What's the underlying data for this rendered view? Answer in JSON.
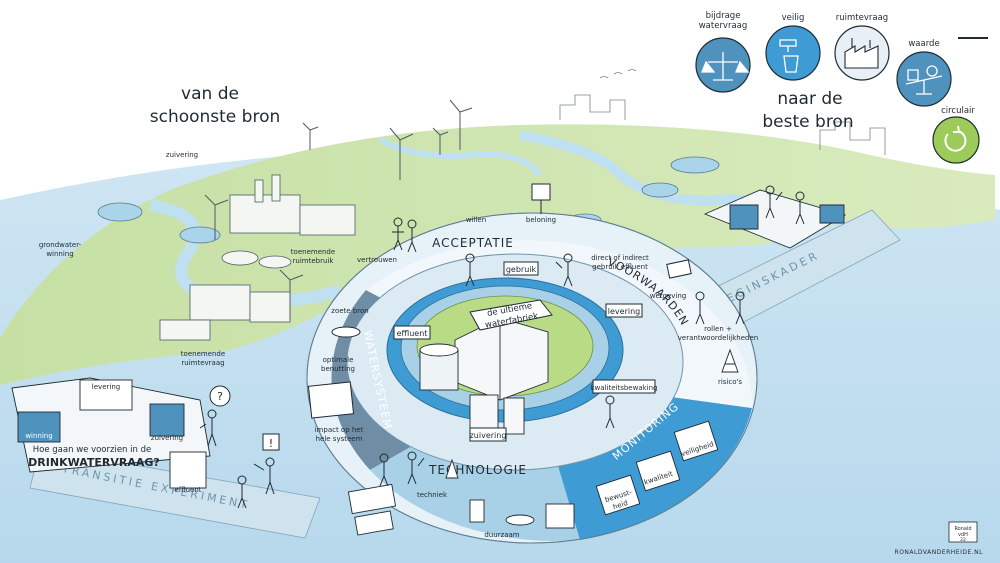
{
  "headings": {
    "left": [
      "van de",
      "schoonste bron"
    ],
    "right": [
      "naar de",
      "beste bron"
    ]
  },
  "legend": {
    "items": [
      {
        "label": [
          "bijdrage",
          "watervraag"
        ],
        "icon": "scale-icon"
      },
      {
        "label": [
          "veilig"
        ],
        "icon": "tap-glass-icon"
      },
      {
        "label": [
          "ruimtevraag"
        ],
        "icon": "factory-icon"
      },
      {
        "label": [
          "waarde"
        ],
        "icon": "balance-icon"
      }
    ],
    "circular_label": "circulair",
    "circular_icon": "refresh-icon"
  },
  "landscape": {
    "zuivering": "zuivering",
    "grondwaterwinning": [
      "grondwater-",
      "winning"
    ],
    "toenemende_ruimtebruik": [
      "toenemende",
      "ruimtebruik"
    ],
    "toenemende_ruimtevraag": [
      "toenemende",
      "ruimtevraag"
    ]
  },
  "rings": {
    "acceptatie": "ACCEPTATIE",
    "voorwaarden": "VOORWAARDEN",
    "watersysteem": "WATERSYSTEEM",
    "technologie": "TECHNOLOGIE",
    "monitoring": "MONITORING",
    "afweginskader": "AFWEGINSKADER",
    "transitie": "TRANSITIE EXPERIMENT"
  },
  "acceptatie_items": {
    "vertrouwen": "vertrouwen",
    "willen": "willen",
    "beloning": "beloning"
  },
  "voorwaarden_items": {
    "direct": [
      "direct of indirect",
      "gebruik effluent"
    ],
    "wetgeving": "wetgeving",
    "rollen": [
      "rollen +",
      "verantwoordelijkheden"
    ],
    "risicos": "risico's"
  },
  "watersysteem_items": {
    "zoete_bron": "zoete bron",
    "optimale": [
      "optimale",
      "benutting"
    ],
    "impact": [
      "impact op het",
      "hele systeem"
    ]
  },
  "technologie_items": {
    "techniek": "techniek",
    "duurzaam": "duurzaam"
  },
  "monitoring_items": {
    "veiligheid": "veiligheid",
    "kwaliteit": "kwaliteit",
    "bewustheid": [
      "bewust-",
      "heid"
    ]
  },
  "center": {
    "banner": [
      "de ultieme",
      "waterfabriek"
    ],
    "tags": {
      "gebruik": "gebruik",
      "levering": "levering",
      "effluent": "effluent",
      "kwaliteitsbewaking": "kwaliteitsbewaking",
      "zuivering": "zuivering"
    }
  },
  "puzzle": {
    "question": [
      "Hoe gaan we voorzien in de",
      "DRINKWATERVRAAG?"
    ],
    "winning": "winning",
    "levering": "levering",
    "zuivering": "zuivering",
    "effluent": "effluent"
  },
  "signature": {
    "initials": [
      "Ronald",
      "vdH",
      "22"
    ],
    "credit": "RONALDVANDERHEIDE.NL"
  }
}
